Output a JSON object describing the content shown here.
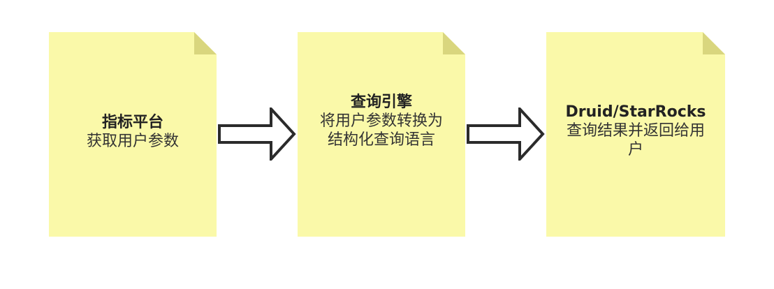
{
  "notes": [
    {
      "title": "指标平台",
      "body": "获取用户参数"
    },
    {
      "title": "查询引擎",
      "body": "将用户参数转换为结构化查询语言"
    },
    {
      "title": "Druid/StarRocks",
      "body": "查询结果并返回给用户"
    }
  ],
  "colors": {
    "note_fill": "#FAF9A9",
    "note_fold": "#D9D67E",
    "arrow_stroke": "#2B2B2B",
    "arrow_fill": "#FFFFFF"
  }
}
